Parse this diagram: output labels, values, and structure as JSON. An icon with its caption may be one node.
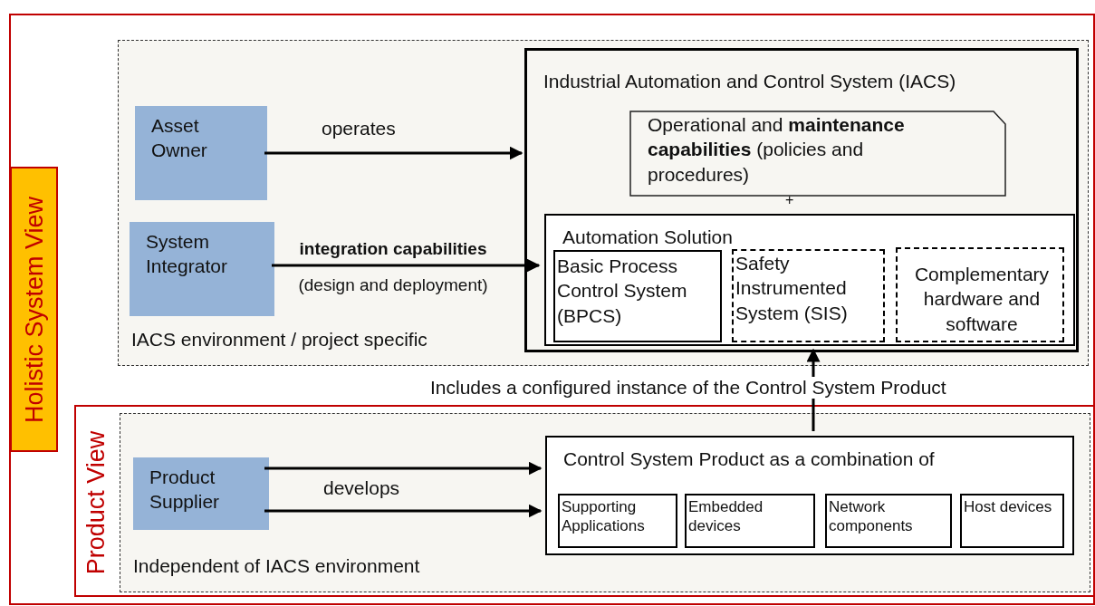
{
  "diagram": {
    "nodes": [
      {
        "text": [
          "Holistic System View"
        ]
      },
      {
        "text": [
          "IACS environment / project specific"
        ],
        "in": 0
      },
      {
        "text": [
          "Asset Owner"
        ],
        "in": 1
      },
      {
        "text": [
          "System Integrator"
        ],
        "in": 1
      },
      {
        "text": [
          "Industrial Automation and Control System (IACS)"
        ],
        "in": 1
      },
      {
        "text": [
          "Operational and **maintenance capabilities** (policies and procedures)"
        ],
        "in": 4
      },
      {
        "text": [
          "Automation Solution"
        ],
        "in": 4
      },
      {
        "text": [
          "Basic Process Control System (BPCS)"
        ],
        "in": 6
      },
      {
        "text": [
          "Safety Instrumented System (SIS)"
        ],
        "in": 6
      },
      {
        "text": [
          "Complementary hardware and software"
        ],
        "in": 6
      },
      {
        "text": [
          "Product View"
        ],
        "in": 0
      },
      {
        "text": [
          "Independent of IACS environment"
        ],
        "in": 10
      },
      {
        "text": [
          "Product Supplier"
        ],
        "in": 11
      },
      {
        "text": [
          "Control System Product as a combination of"
        ],
        "in": 11
      },
      {
        "text": [
          "Supporting Applications"
        ],
        "in": 13
      },
      {
        "text": [
          "Embedded devices"
        ],
        "in": 13
      },
      {
        "text": [
          "Network components"
        ],
        "in": 13
      },
      {
        "text": [
          "Host devices"
        ],
        "in": 13
      }
    ],
    "edges": [
      {
        "from": 2,
        "to": 4,
        "arrow": "to",
        "label": "operates"
      },
      {
        "from": 3,
        "to": 6,
        "arrow": "to",
        "label": "**integration capabilities** (design and deployment)"
      },
      {
        "from": 12,
        "to": 13,
        "arrow": "to",
        "label": "develops"
      },
      {
        "from": 12,
        "to": 13,
        "arrow": "to"
      },
      {
        "from": 13,
        "to": 4,
        "arrow": "to",
        "label": "Includes a configured instance of the  Control System Product"
      }
    ],
    "labels": [
      "+"
    ]
  }
}
